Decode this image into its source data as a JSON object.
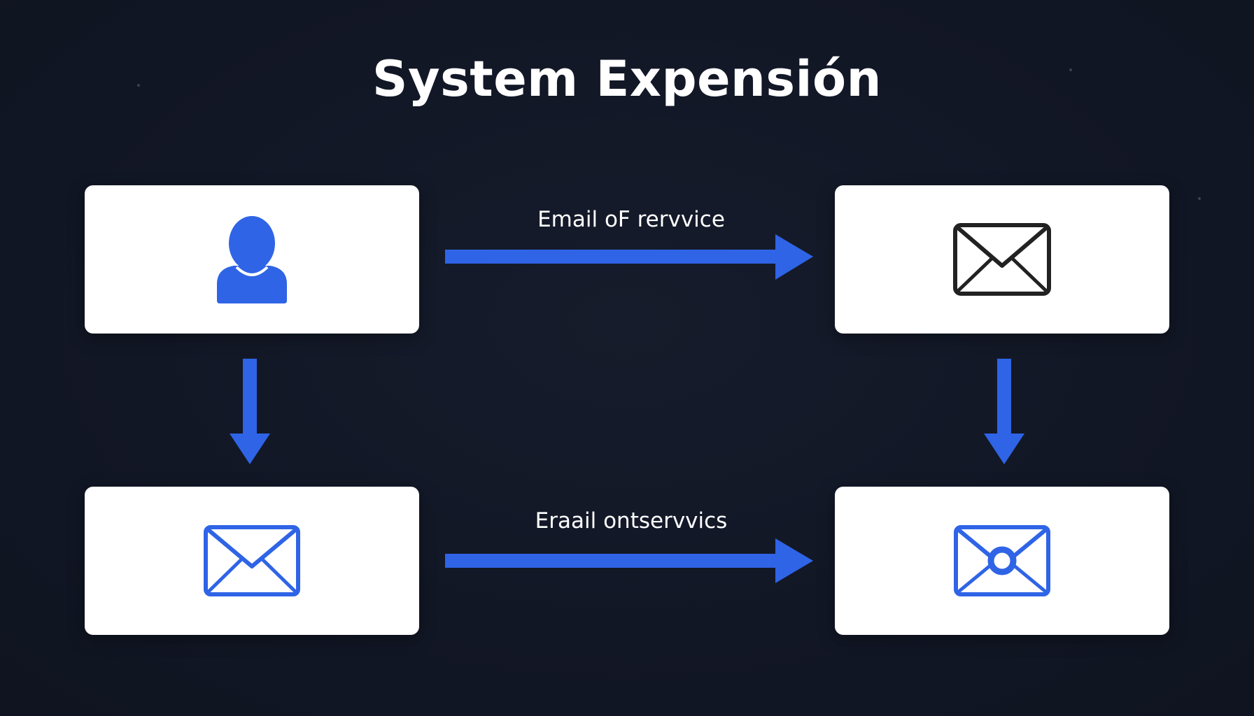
{
  "title": "System Expensión",
  "edges": {
    "top_label": "Email oF rervvice",
    "bottom_label": "Eraail ontservvics"
  },
  "nodes": {
    "top_left": {
      "icon": "user-icon"
    },
    "top_right": {
      "icon": "envelope-icon"
    },
    "bottom_left": {
      "icon": "envelope-icon"
    },
    "bottom_right": {
      "icon": "envelope-badge-icon"
    }
  },
  "colors": {
    "background": "#121726",
    "node": "#ffffff",
    "accent": "#2f64e6",
    "envelope_dark": "#222222"
  }
}
